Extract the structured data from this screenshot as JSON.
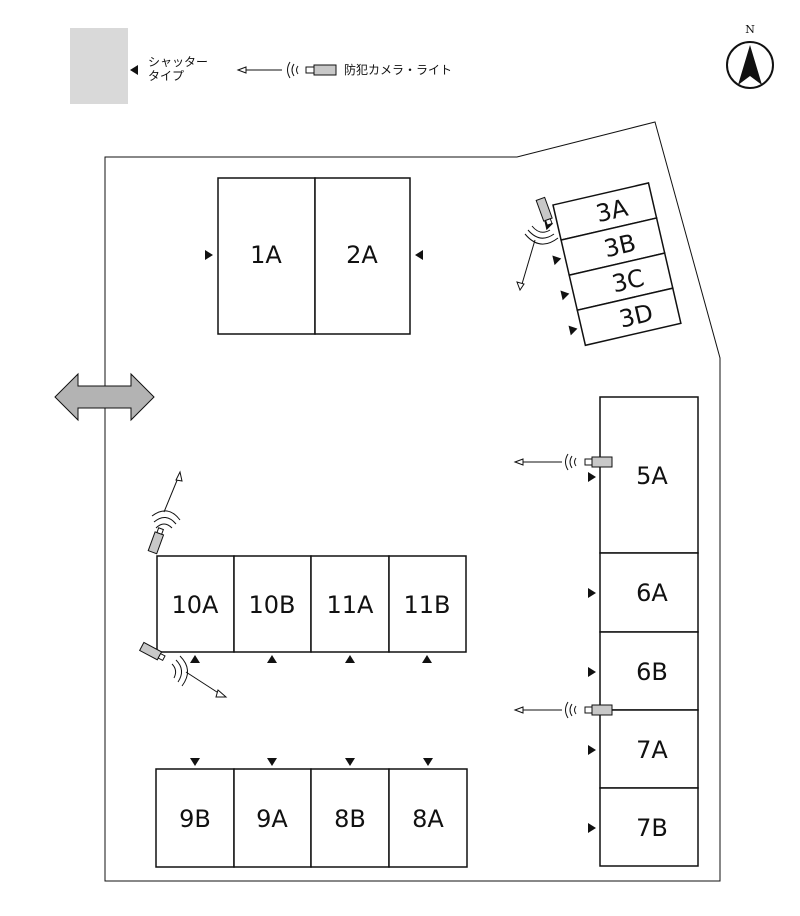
{
  "legend": {
    "shutter_label_line1": "シャッター",
    "shutter_label_line2": "タイプ",
    "camera_label": "防犯カメラ・ライト",
    "shutter_swatch_color": "#d9d9d9"
  },
  "compass": {
    "label": "N"
  },
  "colors": {
    "line": "#111111",
    "arrow_fill": "#b3b3b3",
    "camera_fill": "#c8c8c8",
    "shutter_marker": "#111111"
  },
  "units": [
    {
      "id": "1A",
      "label": "1A"
    },
    {
      "id": "2A",
      "label": "2A"
    },
    {
      "id": "3A",
      "label": "3A"
    },
    {
      "id": "3B",
      "label": "3B"
    },
    {
      "id": "3C",
      "label": "3C"
    },
    {
      "id": "3D",
      "label": "3D"
    },
    {
      "id": "5A",
      "label": "5A"
    },
    {
      "id": "6A",
      "label": "6A"
    },
    {
      "id": "6B",
      "label": "6B"
    },
    {
      "id": "7A",
      "label": "7A"
    },
    {
      "id": "7B",
      "label": "7B"
    },
    {
      "id": "10A",
      "label": "10A"
    },
    {
      "id": "10B",
      "label": "10B"
    },
    {
      "id": "11A",
      "label": "11A"
    },
    {
      "id": "11B",
      "label": "11B"
    },
    {
      "id": "9B",
      "label": "9B"
    },
    {
      "id": "9A",
      "label": "9A"
    },
    {
      "id": "8B",
      "label": "8B"
    },
    {
      "id": "8A",
      "label": "8A"
    }
  ]
}
